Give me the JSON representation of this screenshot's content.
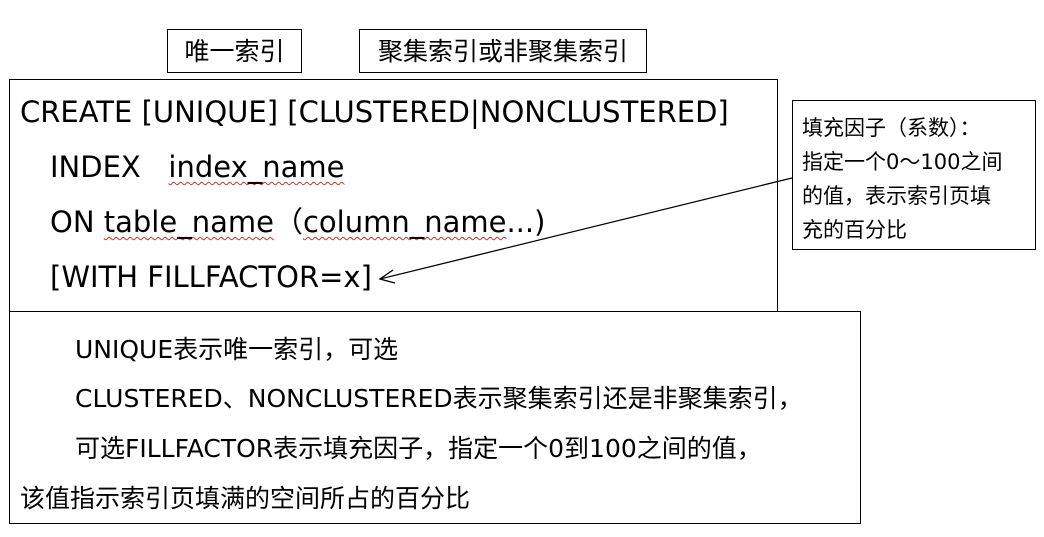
{
  "labels": {
    "unique": "唯一索引",
    "clustered": "聚集索引或非聚集索引"
  },
  "code": {
    "line1": "CREATE [UNIQUE] [CLUSTERED|NONCLUSTERED]",
    "line2_keyword": "INDEX   ",
    "line2_name": "index_name",
    "line3_keyword": "ON ",
    "line3_table": "table_name",
    "line3_paren_open": "（",
    "line3_column": "column_name",
    "line3_paren_close": "...)",
    "line4": "[WITH FILLFACTOR=x]"
  },
  "note": {
    "lines": [
      "填充因子（系数）：",
      "指定一个0～100之间",
      "的值，表示索引页填",
      "充的百分比"
    ]
  },
  "description": {
    "line1": "UNIQUE表示唯一索引，可选",
    "line2": "CLUSTERED、NONCLUSTERED表示聚集索引还是非聚集索引，",
    "line3": "可选FILLFACTOR表示填充因子，指定一个0到100之间的值，",
    "line4": "该值指示索引页填满的空间所占的百分比"
  }
}
